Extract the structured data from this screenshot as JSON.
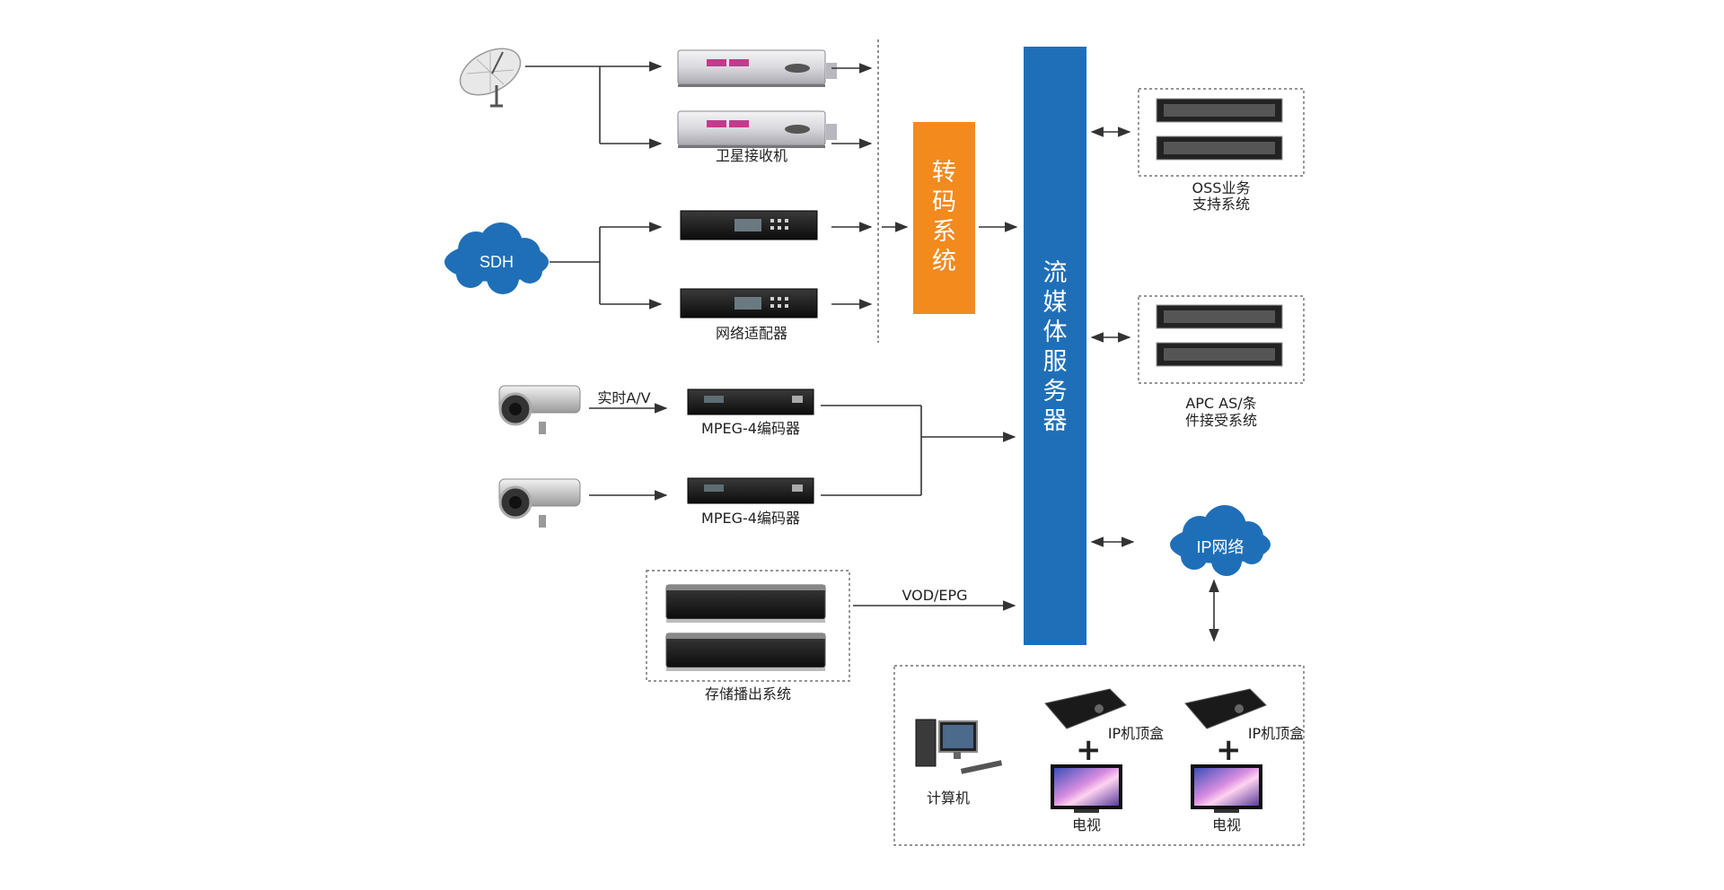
{
  "colors": {
    "stream_server": "#1f6fb8",
    "transcoder": "#f28a1e",
    "cloud": "#1f6fb8",
    "arrow": "#333333"
  },
  "nodes": {
    "satellite_dish": {
      "icon": "satellite-dish-icon"
    },
    "satellite_receiver": {
      "label": "卫星接收机",
      "icon": "satellite-receiver-icon"
    },
    "sdh": {
      "label": "SDH",
      "icon": "cloud-icon"
    },
    "network_adapter": {
      "label": "网络适配器",
      "icon": "network-adapter-icon"
    },
    "camera": {
      "icon": "camera-icon"
    },
    "realtime_av": {
      "label": "实时A/V"
    },
    "mpeg4_encoder_1": {
      "label": "MPEG-4编码器",
      "icon": "encoder-icon"
    },
    "mpeg4_encoder_2": {
      "label": "MPEG-4编码器",
      "icon": "encoder-icon"
    },
    "storage": {
      "label": "存储播出系统",
      "icon": "storage-server-icon"
    },
    "vod_epg": {
      "label": "VOD/EPG"
    },
    "transcoder": {
      "label": "转码系统"
    },
    "stream_server": {
      "label": "流媒体服务器"
    },
    "oss": {
      "label_line1": "OSS业务",
      "label_line2": "支持系统",
      "icon": "rack-server-icon"
    },
    "apc": {
      "label_line1": "APC AS/条",
      "label_line2": "件接受系统",
      "icon": "rack-server-icon"
    },
    "ip_network": {
      "label": "IP网络",
      "icon": "cloud-icon"
    },
    "computer": {
      "label": "计算机",
      "icon": "computer-icon"
    },
    "stb_1": {
      "label": "IP机顶盒",
      "icon": "set-top-box-icon"
    },
    "stb_2": {
      "label": "IP机顶盒",
      "icon": "set-top-box-icon"
    },
    "tv_1": {
      "label": "电视",
      "icon": "tv-icon"
    },
    "tv_2": {
      "label": "电视",
      "icon": "tv-icon"
    },
    "plus_1": {
      "label": "+"
    },
    "plus_2": {
      "label": "+"
    }
  }
}
